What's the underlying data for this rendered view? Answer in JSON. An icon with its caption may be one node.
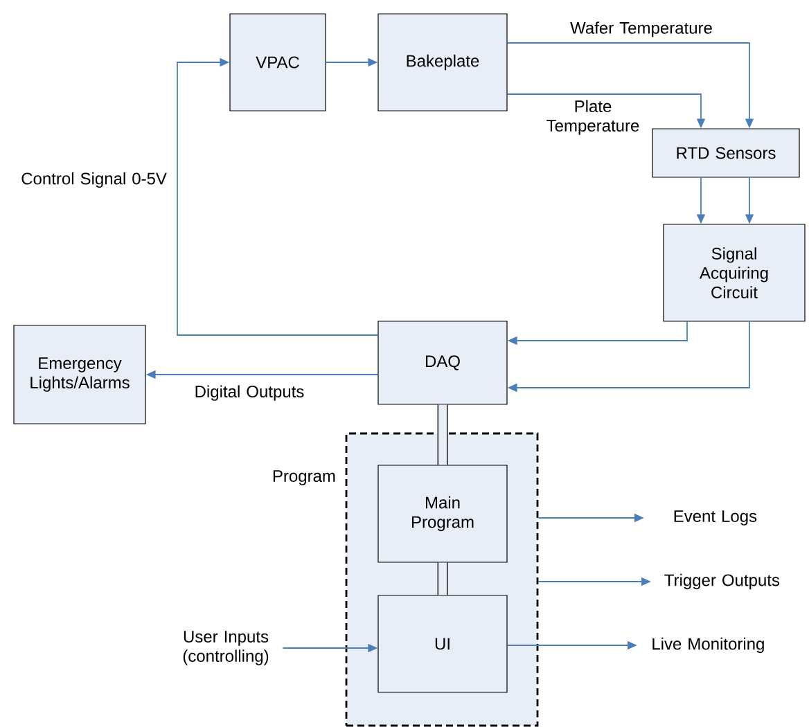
{
  "diagram": {
    "nodes": [
      {
        "text": [
          "VPAC"
        ]
      },
      {
        "text": [
          "Bakeplate"
        ]
      },
      {
        "text": [
          "RTD Sensors"
        ]
      },
      {
        "text": [
          "Signal Acquiring Circuit"
        ]
      },
      {
        "text": [
          "DAQ"
        ]
      },
      {
        "text": [
          "Emergency Lights/Alarms"
        ]
      },
      {
        "text": [
          "Program"
        ]
      },
      {
        "text": [
          "Main Program"
        ],
        "in": 6
      },
      {
        "text": [
          "UI"
        ],
        "in": 6
      },
      {
        "text": [
          "Event Logs"
        ]
      },
      {
        "text": [
          "Trigger Outputs"
        ]
      },
      {
        "text": [
          "Live Monitoring"
        ]
      },
      {
        "text": [
          "User Inputs (controlling)"
        ]
      }
    ],
    "edges": [
      {
        "from": 4,
        "to": 0,
        "arrow": "to",
        "label": "Control Signal 0-5V"
      },
      {
        "from": 0,
        "to": 1,
        "arrow": "to"
      },
      {
        "from": 1,
        "to": 2,
        "arrow": "to",
        "label": "Wafer Temperature"
      },
      {
        "from": 1,
        "to": 2,
        "arrow": "to",
        "label": "Plate Temperature"
      },
      {
        "from": 2,
        "to": 3,
        "arrow": "to"
      },
      {
        "from": 2,
        "to": 3,
        "arrow": "to"
      },
      {
        "from": 3,
        "to": 4,
        "arrow": "to"
      },
      {
        "from": 3,
        "to": 4,
        "arrow": "to"
      },
      {
        "from": 4,
        "to": 5,
        "arrow": "to",
        "label": "Digital Outputs"
      },
      {
        "from": 4,
        "to": 7,
        "arrow": "none",
        "style": "thick",
        "color": "#000000"
      },
      {
        "from": 7,
        "to": 8,
        "arrow": "none",
        "style": "thick",
        "color": "#000000"
      },
      {
        "from": 6,
        "to": 9,
        "arrow": "to"
      },
      {
        "from": 6,
        "to": 10,
        "arrow": "to"
      },
      {
        "from": 8,
        "to": 11,
        "arrow": "to"
      },
      {
        "from": 12,
        "to": 8,
        "arrow": "to"
      }
    ]
  }
}
